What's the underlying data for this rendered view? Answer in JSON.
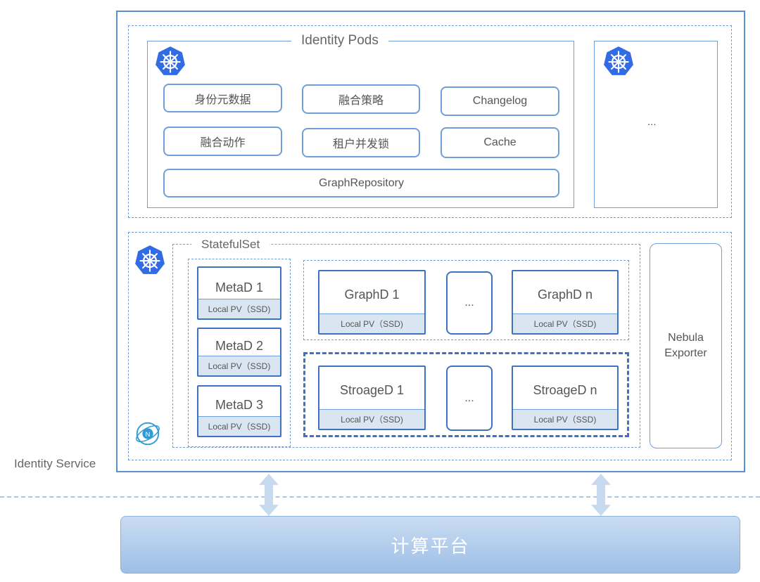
{
  "identity_pods": {
    "title": "Identity Pods",
    "modules": [
      "身份元数据",
      "融合策略",
      "Changelog",
      "融合动作",
      "租户并发锁",
      "Cache"
    ],
    "repository": "GraphRepository",
    "other_pod": "..."
  },
  "statefulset": {
    "title": "StatefulSet",
    "metad": [
      "MetaD 1",
      "MetaD 2",
      "MetaD 3"
    ],
    "graphd": [
      "GraphD 1",
      "...",
      "GraphD n"
    ],
    "storaged": [
      "StroageD 1",
      "...",
      "StroageD n"
    ],
    "storage_label": "Local PV（SSD)"
  },
  "exporter": {
    "line1": "Nebula",
    "line2": "Exporter"
  },
  "service_label": "Identity Service",
  "platform_label": "计算平台",
  "icons": {
    "kubernetes": "kubernetes-icon",
    "nebula": "nebula-icon",
    "arrow": "bidirectional-arrow-icon"
  },
  "colors": {
    "border": "#5b8fd0",
    "node_border": "#3f73c0",
    "storage_fill": "#dae5f2",
    "platform_fill": "#a8c6ea"
  }
}
